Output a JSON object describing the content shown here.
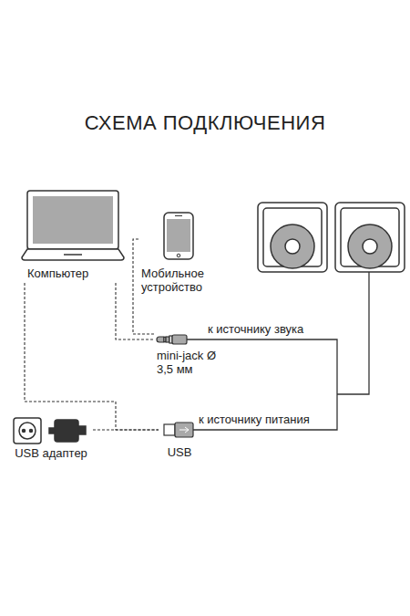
{
  "diagram": {
    "title": "СХЕМА ПОДКЛЮЧЕНИЯ",
    "nodes": [
      {
        "text": [
          "Компьютер"
        ]
      },
      {
        "text": [
          "Мобильное устройство"
        ]
      },
      {
        "text": [
          "mini-jack Ø 3,5 мм"
        ]
      },
      {
        "text": [
          "USB адаптер"
        ]
      },
      {
        "text": [
          "USB"
        ]
      }
    ],
    "edges": [
      {
        "from": 0,
        "to": 2,
        "arrow": "none"
      },
      {
        "from": 1,
        "to": 2,
        "arrow": "none"
      },
      {
        "from": 0,
        "to": 4,
        "arrow": "none"
      },
      {
        "from": 3,
        "to": 4,
        "arrow": "none"
      }
    ],
    "labels": [
      "к источнику звука",
      "к источнику питания"
    ]
  }
}
